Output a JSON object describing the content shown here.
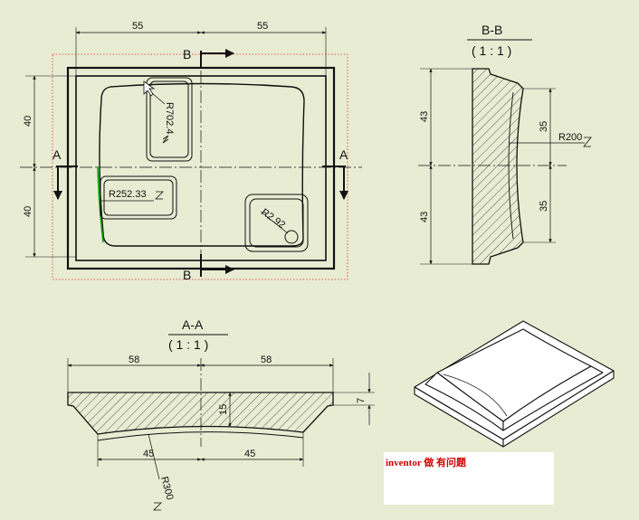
{
  "colors": {
    "background": "#e8ecd2",
    "line": "#111111",
    "highlight": "#00aa00",
    "boundary": "#dd3333",
    "note": "#d00000"
  },
  "plan_view": {
    "dims": {
      "left_width": "55",
      "right_width": "55",
      "upper_height": "40",
      "lower_height": "40"
    },
    "section_labels": {
      "top": "B",
      "bottom": "B",
      "left": "A",
      "right": "A"
    },
    "radii": {
      "top_left_pocket": "R702.4",
      "left_pocket": "R252.33",
      "corner_pocket": "R2.92"
    }
  },
  "section_bb": {
    "title": "B-B",
    "scale": "( 1 : 1 )",
    "dims": {
      "outer_upper": "43",
      "outer_lower": "43",
      "inner_upper": "35",
      "inner_lower": "35",
      "radius": "R200"
    }
  },
  "section_aa": {
    "title": "A-A",
    "scale": "( 1 : 1 )",
    "dims": {
      "top_left": "58",
      "top_right": "58",
      "bottom_left": "45",
      "bottom_right": "45",
      "depth": "15",
      "flange": "7",
      "radius": "R300"
    }
  },
  "note": {
    "text": "inventor 做     有问题"
  }
}
